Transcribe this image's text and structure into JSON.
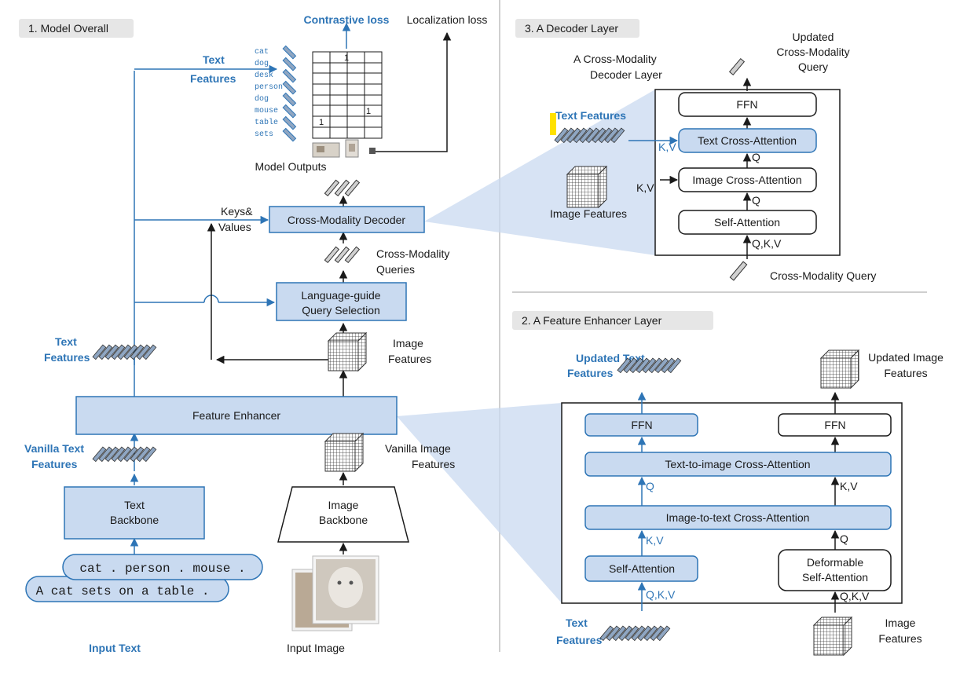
{
  "colors": {
    "accent": "#2e75b6",
    "box_fill": "#c9daf0",
    "highlight": "#ffe100"
  },
  "sections": {
    "model_overall": "1. Model Overall",
    "decoder_layer": "3. A Decoder Layer",
    "feature_enhancer_layer": "2. A Feature Enhancer Layer"
  },
  "overall": {
    "contrastive_loss": "Contrastive loss",
    "localization_loss": "Localization loss",
    "text_features_top": [
      "Text",
      "Features"
    ],
    "text_features_mid": [
      "Text",
      "Features"
    ],
    "vanilla_text_features": [
      "Vanilla Text",
      "Features"
    ],
    "vanilla_image_features": [
      "Vanilla Image",
      "Features"
    ],
    "image_features": [
      "Image",
      "Features"
    ],
    "model_outputs": "Model Outputs",
    "keys_values": [
      "Keys&",
      "Values"
    ],
    "cross_modality_queries": [
      "Cross-Modality",
      "Queries"
    ],
    "cross_modality_decoder": "Cross-Modality Decoder",
    "query_selection": [
      "Language-guide",
      "Query Selection"
    ],
    "feature_enhancer": "Feature Enhancer",
    "text_backbone": [
      "Text",
      "Backbone"
    ],
    "image_backbone": [
      "Image",
      "Backbone"
    ],
    "input_text_1": "cat . person . mouse .",
    "input_text_2": "A cat sets on a table .",
    "input_text": "Input Text",
    "input_image": "Input Image",
    "words": [
      "cat",
      "dog",
      "desk",
      "person",
      "dog",
      "mouse",
      "table",
      "sets"
    ],
    "matrix_ones": [
      "1",
      "1",
      "1"
    ]
  },
  "decoder": {
    "layer_title": [
      "A Cross-Modality",
      "Decoder Layer"
    ],
    "updated_query": [
      "Updated",
      "Cross-Modality",
      "Query"
    ],
    "text_features": "Text Features",
    "image_features": "Image Features",
    "ffn": "FFN",
    "text_cross_attention": "Text Cross-Attention",
    "image_cross_attention": "Image Cross-Attention",
    "self_attention": "Self-Attention",
    "kv_1": "K,V",
    "kv_2": "K,V",
    "q_1": "Q",
    "q_2": "Q",
    "qkv": "Q,K,V",
    "query": "Cross-Modality Query"
  },
  "enhancer": {
    "updated_text_features": [
      "Updated Text",
      "Features"
    ],
    "updated_image_features": [
      "Updated Image",
      "Features"
    ],
    "ffn_left": "FFN",
    "ffn_right": "FFN",
    "text_to_image": "Text-to-image Cross-Attention",
    "image_to_text": "Image-to-text Cross-Attention",
    "self_attention": "Self-Attention",
    "deformable": [
      "Deformable",
      "Self-Attention"
    ],
    "q_left": "Q",
    "kv_left": "K,V",
    "qkv_left": "Q,K,V",
    "kv_right": "K,V",
    "q_right": "Q",
    "qkv_right": "Q,K,V",
    "text_features": [
      "Text",
      "Features"
    ],
    "image_features": [
      "Image",
      "Features"
    ]
  }
}
